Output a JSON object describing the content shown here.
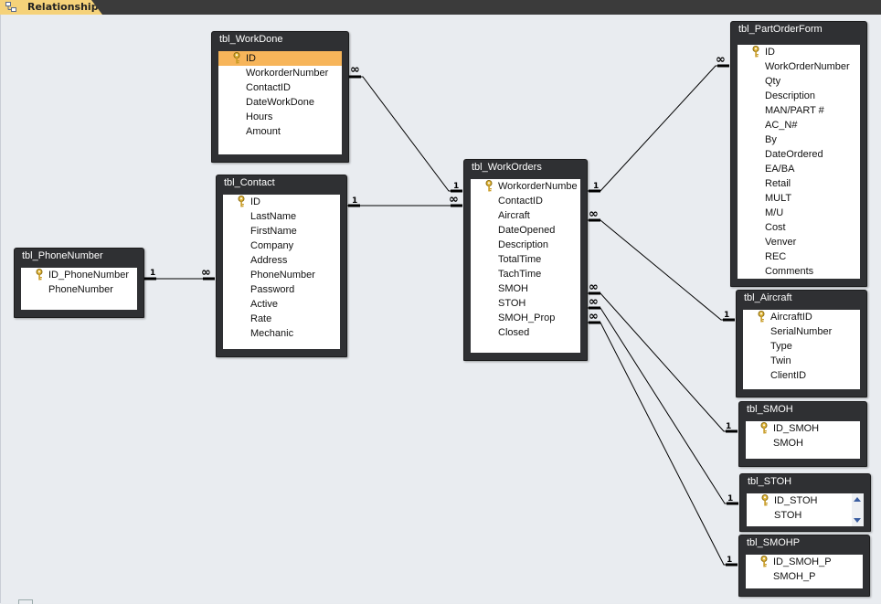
{
  "tab": {
    "label": "Relationships",
    "icon": "relationships-icon"
  },
  "symbols": {
    "one": "1",
    "many": "∞"
  },
  "tables": {
    "workdone": {
      "title": "tbl_WorkDone",
      "fields": [
        "ID",
        "WorkorderNumber",
        "ContactID",
        "DateWorkDone",
        "Hours",
        "Amount"
      ]
    },
    "contact": {
      "title": "tbl_Contact",
      "fields": [
        "ID",
        "LastName",
        "FirstName",
        "Company",
        "Address",
        "PhoneNumber",
        "Password",
        "Active",
        "Rate",
        "Mechanic"
      ]
    },
    "phonenumber": {
      "title": "tbl_PhoneNumber",
      "fields": [
        "ID_PhoneNumber",
        "PhoneNumber"
      ]
    },
    "workorders": {
      "title": "tbl_WorkOrders",
      "fields": [
        "WorkorderNumbe",
        "ContactID",
        "Aircraft",
        "DateOpened",
        "Description",
        "TotalTime",
        "TachTime",
        "SMOH",
        "STOH",
        "SMOH_Prop",
        "Closed"
      ]
    },
    "partorderform": {
      "title": "tbl_PartOrderForm",
      "fields": [
        "ID",
        "WorkOrderNumber",
        "Qty",
        "Description",
        "MAN/PART #",
        "AC_N#",
        "By",
        "DateOrdered",
        "EA/BA",
        "Retail",
        "MULT",
        "M/U",
        "Cost",
        "Venver",
        "REC",
        "Comments"
      ]
    },
    "aircraft": {
      "title": "tbl_Aircraft",
      "fields": [
        "AircraftID",
        "SerialNumber",
        "Type",
        "Twin",
        "ClientID"
      ]
    },
    "smoh": {
      "title": "tbl_SMOH",
      "fields": [
        "ID_SMOH",
        "SMOH"
      ]
    },
    "stoh": {
      "title": "tbl_STOH",
      "fields": [
        "ID_STOH",
        "STOH"
      ]
    },
    "smohp": {
      "title": "tbl_SMOHP",
      "fields": [
        "ID_SMOH_P",
        "SMOH_P"
      ]
    }
  },
  "colors": {
    "canvas": "#e9ecf0",
    "table_frame": "#2f3033",
    "selected_field": "#f7b55a",
    "tab": "#f5d27a",
    "line": "#000000"
  }
}
